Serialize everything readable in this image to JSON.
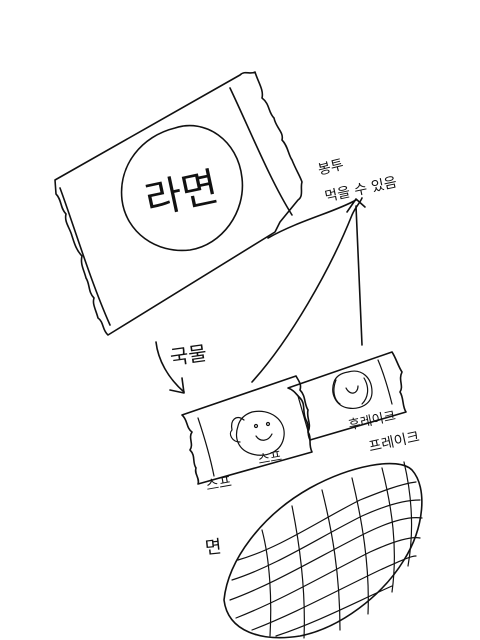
{
  "labels": {
    "ramen": "라면",
    "bag_note_line1": "봉투",
    "bag_note_line2": "먹을 수 있음",
    "soup": "국물",
    "flake_line1": "후레이크",
    "flake_line2": "프레이크",
    "soup_packet_caption": "스프",
    "noodle": "면"
  }
}
